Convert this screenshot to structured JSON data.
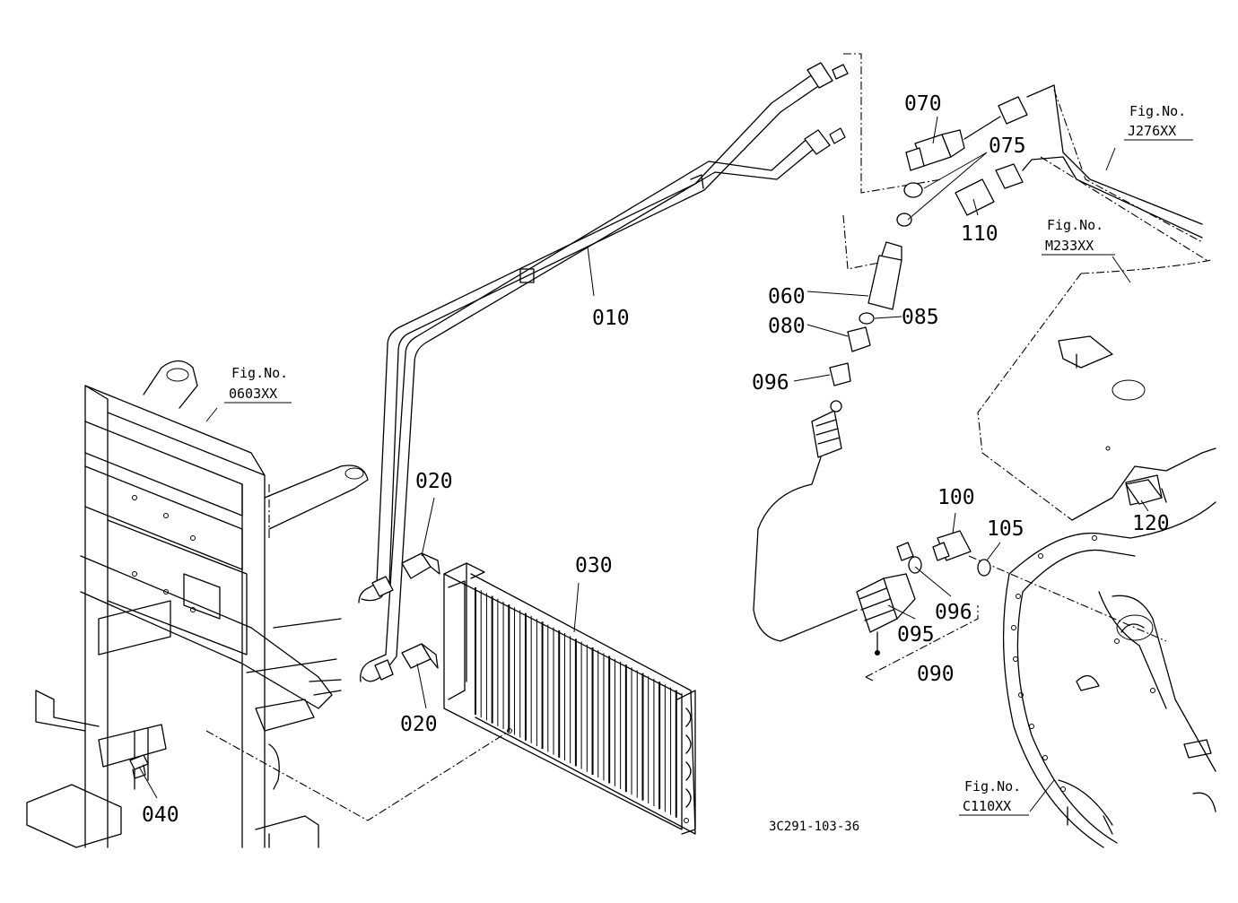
{
  "parts": {
    "p010": "010",
    "p020a": "020",
    "p020b": "020",
    "p030": "030",
    "p040": "040",
    "p060": "060",
    "p070": "070",
    "p075": "075",
    "p080": "080",
    "p085": "085",
    "p090": "090",
    "p095": "095",
    "p096a": "096",
    "p096b": "096",
    "p100": "100",
    "p105": "105",
    "p110": "110",
    "p120": "120"
  },
  "figure_refs": {
    "fig_label": "Fig.No.",
    "j276": "J276XX",
    "m233": "M233XX",
    "f0603": "0603XX",
    "c110": "C110XX"
  },
  "diagram_code": "3C291-103-36"
}
